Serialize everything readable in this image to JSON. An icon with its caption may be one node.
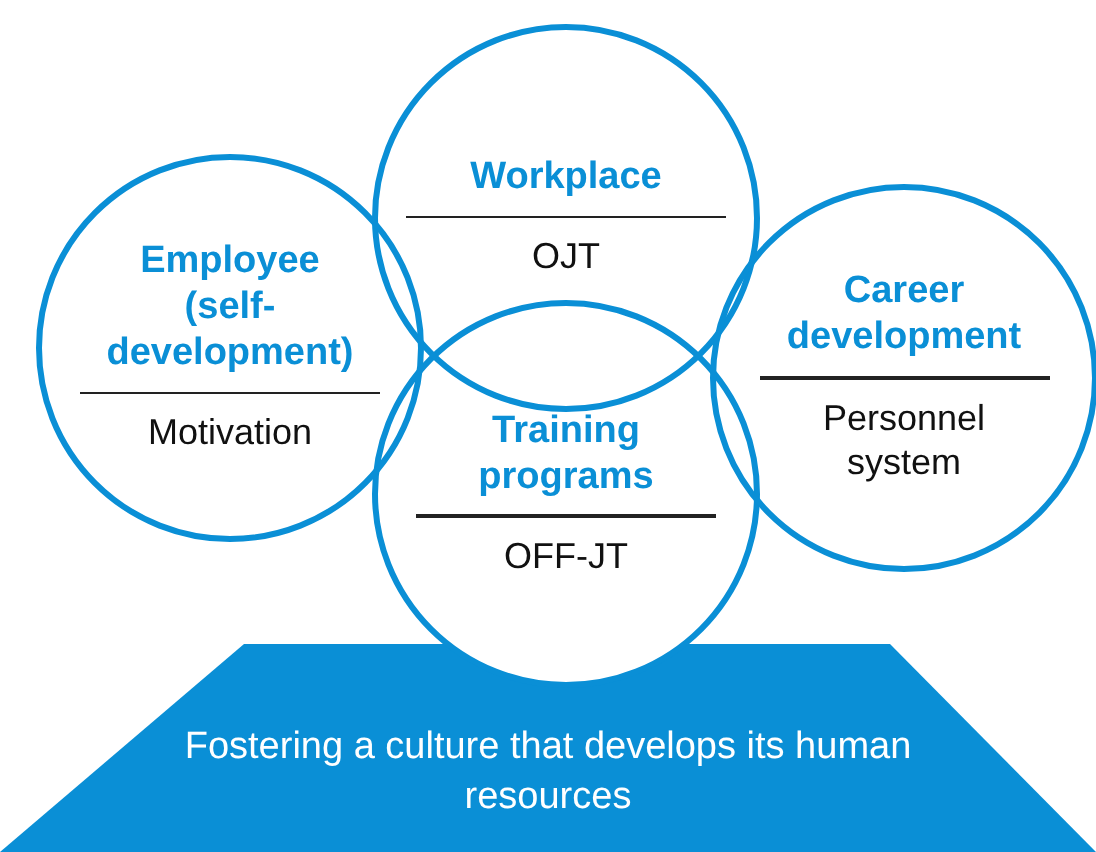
{
  "diagram": {
    "nodes": [
      {
        "text": [
          "Workplace",
          "OJT"
        ]
      },
      {
        "text": [
          "Employee (self-development)",
          "Motivation"
        ]
      },
      {
        "text": [
          "Career development",
          "Personnel system"
        ]
      },
      {
        "text": [
          "Training programs",
          "OFF-JT"
        ]
      },
      {
        "text": [
          "Fostering a culture that develops its human resources"
        ]
      }
    ]
  }
}
